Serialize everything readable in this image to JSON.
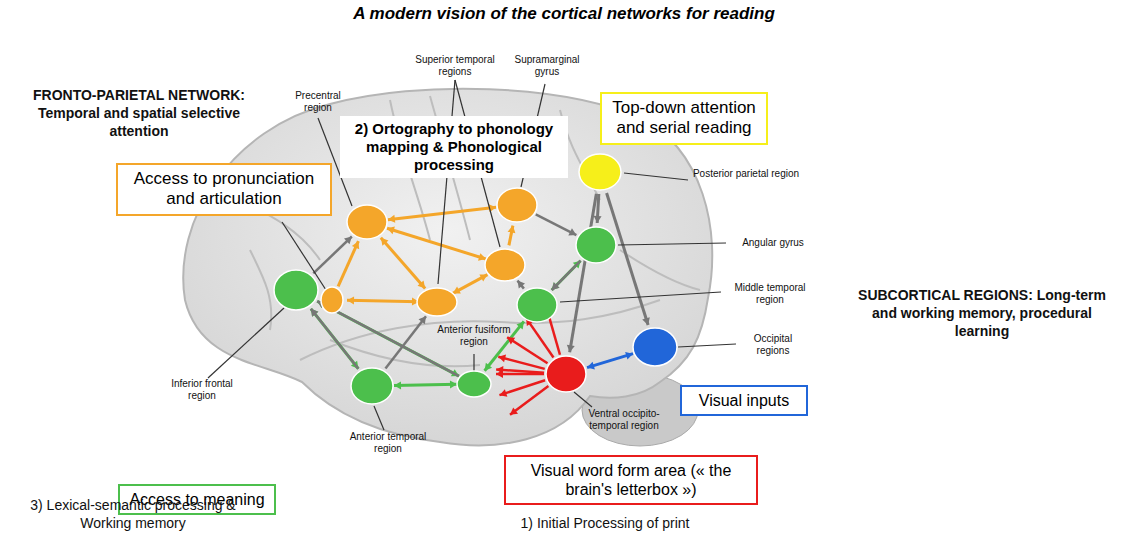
{
  "diagram": {
    "title": "A modern vision of the cortical networks for reading",
    "nodes": [
      {
        "text": [
          "Access to pronunciation and articulation"
        ]
      },
      {
        "text": [
          "2) Ortography to phonology mapping & Phonological processing"
        ]
      },
      {
        "text": [
          "Top-down attention and serial reading"
        ]
      },
      {
        "text": [
          "Access to meaning"
        ]
      },
      {
        "text": [
          "Visual inputs"
        ]
      },
      {
        "text": [
          "Visual word form area (« the brain's letterbox »)"
        ]
      }
    ],
    "labels": [
      "FRONTO-PARIETAL NETWORK: Temporal and spatial selective attention",
      "Precentral region",
      "Superior temporal regions",
      "Supramarginal gyrus",
      "Posterior parietal region",
      "Angular gyrus",
      "Middle temporal region",
      "Occipital regions",
      "SUBCORTICAL REGIONS: Long-term and working memory, procedural learning",
      "Inferior frontal region",
      "Anterior fusiform region",
      "Ventral occipito-temporal region",
      "Anterior temporal region",
      "3) Lexical-semantic processing & Working memory",
      "1) Initial Processing of print"
    ]
  }
}
